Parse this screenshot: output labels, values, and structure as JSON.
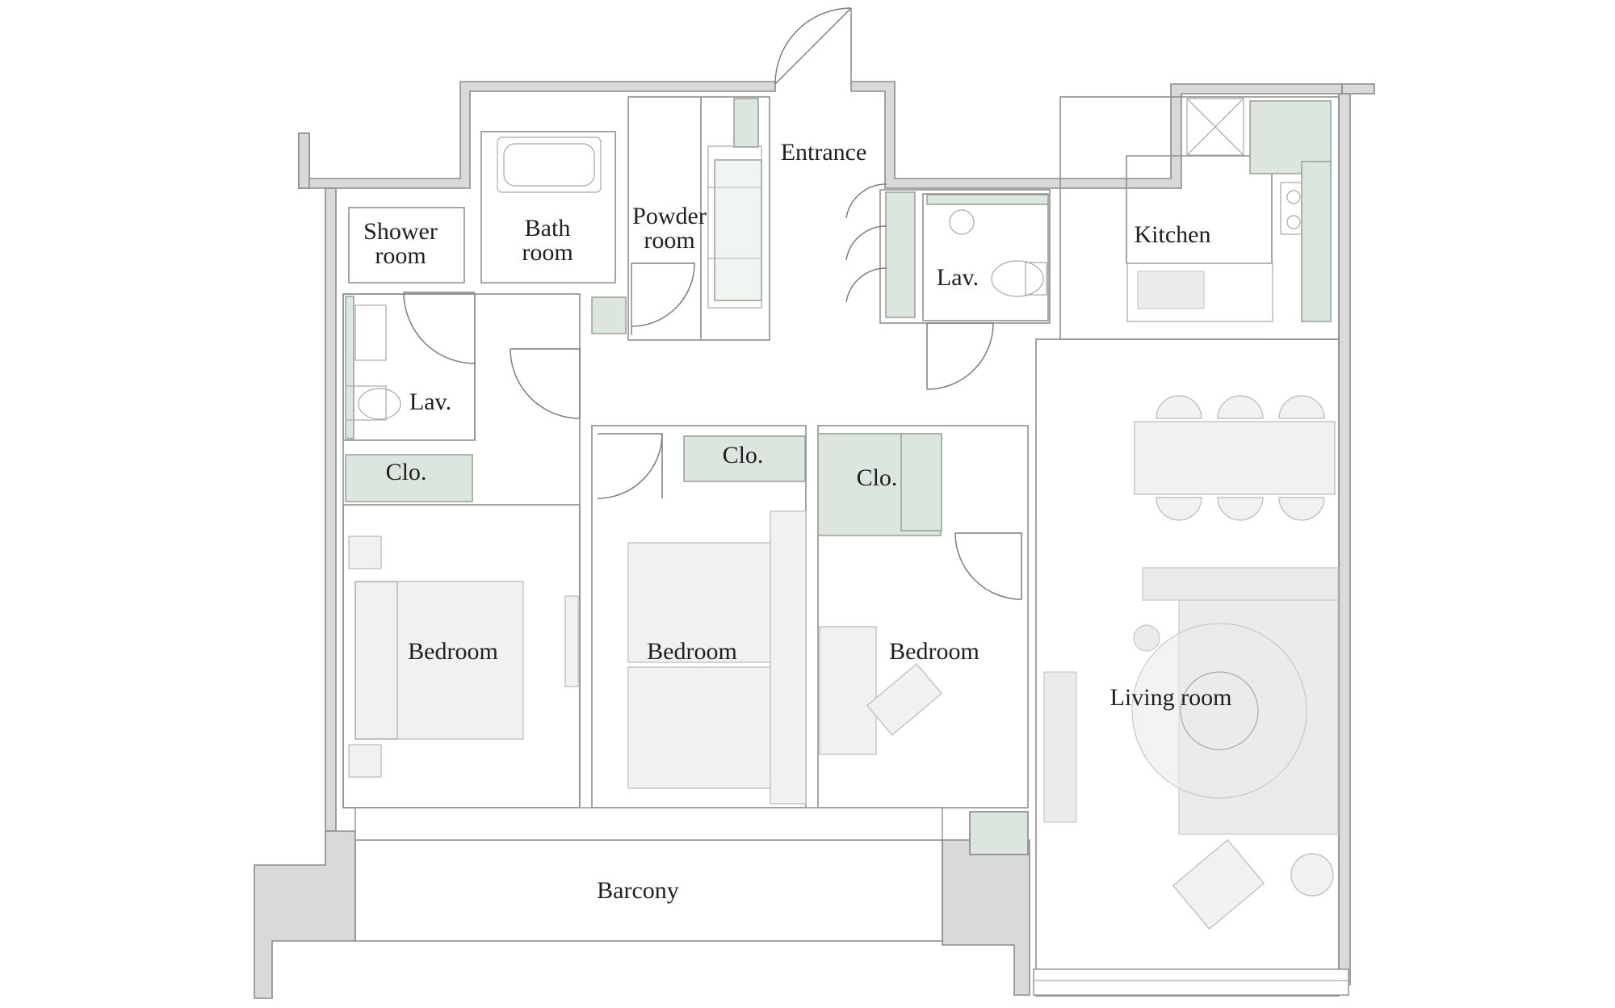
{
  "rooms": {
    "entrance": "Entrance",
    "kitchen": "Kitchen",
    "shower_room": [
      "Shower",
      "room"
    ],
    "bath_room": [
      "Bath",
      "room"
    ],
    "powder_room": [
      "Powder",
      "room"
    ],
    "lav_left": "Lav.",
    "lav_center": "Lav.",
    "clo_left": "Clo.",
    "clo_mid": "Clo.",
    "clo_right": "Clo.",
    "bedroom_1": "Bedroom",
    "bedroom_2": "Bedroom",
    "bedroom_3": "Bedroom",
    "living_room": "Living room",
    "barcony": "Barcony"
  },
  "colors": {
    "wall_fill": "#d9d9d9",
    "storage_green": "#dce6de",
    "furniture_gray": "#f1f1f1",
    "label_text": "#1f1f1f"
  }
}
